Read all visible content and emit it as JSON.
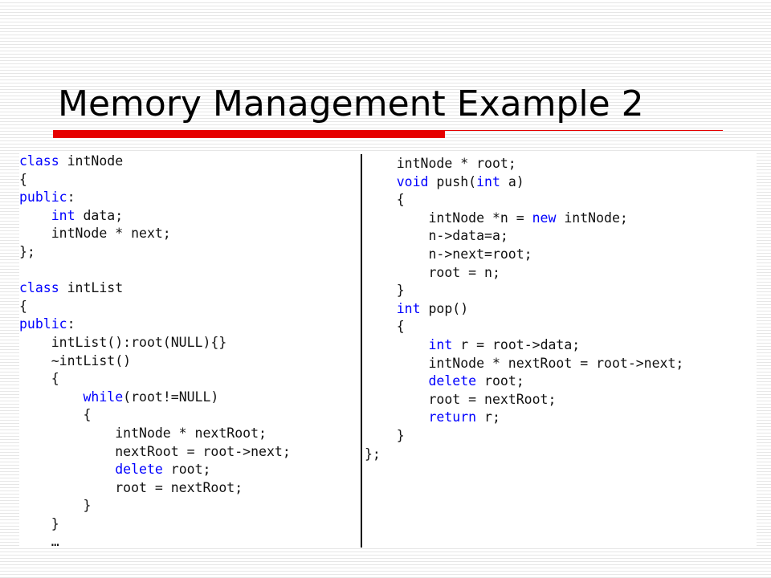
{
  "slide": {
    "title": "Memory Management Example 2",
    "accent_color": "#e60000"
  },
  "code_left": [
    [
      [
        "kw",
        "class"
      ],
      [
        "t",
        " intNode"
      ]
    ],
    [
      [
        "t",
        "{"
      ]
    ],
    [
      [
        "kw",
        "public"
      ],
      [
        "t",
        ":"
      ]
    ],
    [
      [
        "t",
        "    "
      ],
      [
        "kw",
        "int"
      ],
      [
        "t",
        " data;"
      ]
    ],
    [
      [
        "t",
        "    intNode * next;"
      ]
    ],
    [
      [
        "t",
        "};"
      ]
    ],
    [
      [
        "t",
        ""
      ]
    ],
    [
      [
        "kw",
        "class"
      ],
      [
        "t",
        " intList"
      ]
    ],
    [
      [
        "t",
        "{"
      ]
    ],
    [
      [
        "kw",
        "public"
      ],
      [
        "t",
        ":"
      ]
    ],
    [
      [
        "t",
        "    intList():root(NULL){}"
      ]
    ],
    [
      [
        "t",
        "    ~intList()"
      ]
    ],
    [
      [
        "t",
        "    {"
      ]
    ],
    [
      [
        "t",
        "        "
      ],
      [
        "kw",
        "while"
      ],
      [
        "t",
        "(root!=NULL)"
      ]
    ],
    [
      [
        "t",
        "        {"
      ]
    ],
    [
      [
        "t",
        "            intNode * nextRoot;"
      ]
    ],
    [
      [
        "t",
        "            nextRoot = root->next;"
      ]
    ],
    [
      [
        "t",
        "            "
      ],
      [
        "kw",
        "delete"
      ],
      [
        "t",
        " root;"
      ]
    ],
    [
      [
        "t",
        "            root = nextRoot;"
      ]
    ],
    [
      [
        "t",
        "        }"
      ]
    ],
    [
      [
        "t",
        "    }"
      ]
    ],
    [
      [
        "t",
        "    …"
      ]
    ]
  ],
  "code_right": [
    [
      [
        "t",
        "    intNode * root;"
      ]
    ],
    [
      [
        "t",
        "    "
      ],
      [
        "kw",
        "void"
      ],
      [
        "t",
        " push("
      ],
      [
        "kw",
        "int"
      ],
      [
        "t",
        " a)"
      ]
    ],
    [
      [
        "t",
        "    {"
      ]
    ],
    [
      [
        "t",
        "        intNode *n = "
      ],
      [
        "kw",
        "new"
      ],
      [
        "t",
        " intNode;"
      ]
    ],
    [
      [
        "t",
        "        n->data=a;"
      ]
    ],
    [
      [
        "t",
        "        n->next=root;"
      ]
    ],
    [
      [
        "t",
        "        root = n;"
      ]
    ],
    [
      [
        "t",
        "    }"
      ]
    ],
    [
      [
        "t",
        "    "
      ],
      [
        "kw",
        "int"
      ],
      [
        "t",
        " pop()"
      ]
    ],
    [
      [
        "t",
        "    {"
      ]
    ],
    [
      [
        "t",
        "        "
      ],
      [
        "kw",
        "int"
      ],
      [
        "t",
        " r = root->data;"
      ]
    ],
    [
      [
        "t",
        "        intNode * nextRoot = root->next;"
      ]
    ],
    [
      [
        "t",
        "        "
      ],
      [
        "kw",
        "delete"
      ],
      [
        "t",
        " root;"
      ]
    ],
    [
      [
        "t",
        "        root = nextRoot;"
      ]
    ],
    [
      [
        "t",
        "        "
      ],
      [
        "kw",
        "return"
      ],
      [
        "t",
        " r;"
      ]
    ],
    [
      [
        "t",
        "    }"
      ]
    ],
    [
      [
        "t",
        "};"
      ]
    ]
  ],
  "colors": {
    "keyword": "#0000ff",
    "code_text": "#111111",
    "background_stripe": "#e6e6e6"
  }
}
